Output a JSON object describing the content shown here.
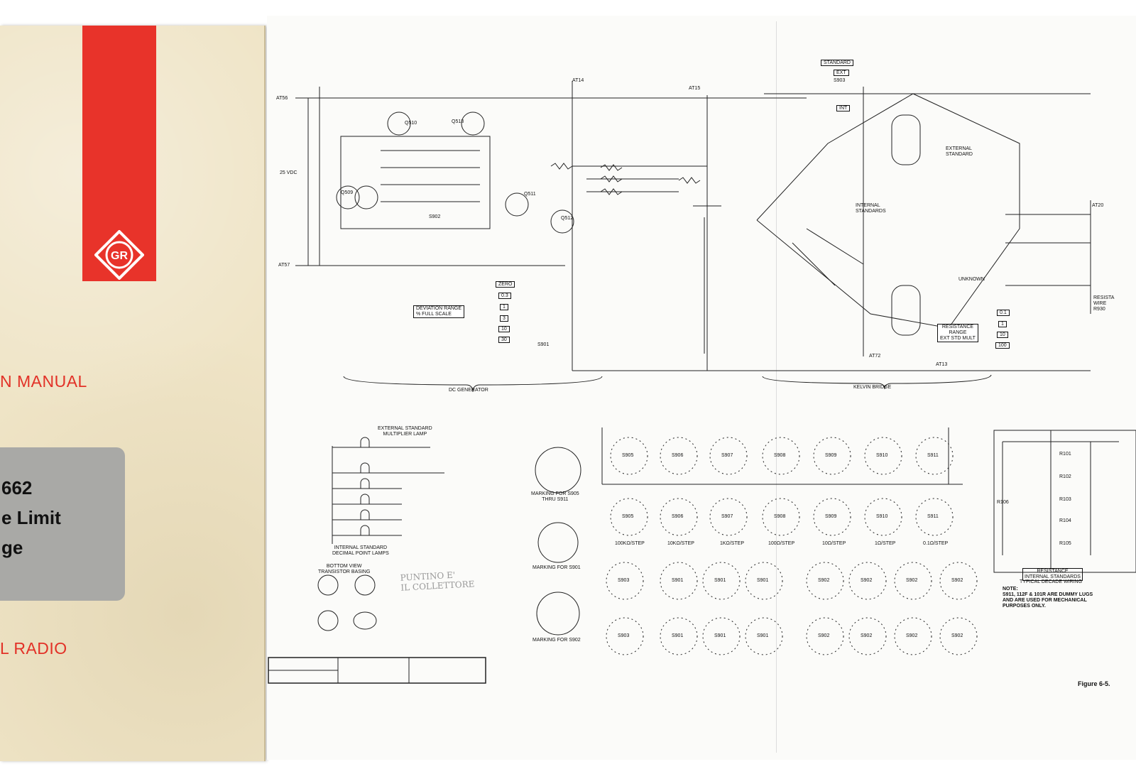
{
  "cover": {
    "line1": "N MANUAL",
    "line2": "L RADIO",
    "window": [
      "662",
      "e Limit",
      "ge"
    ],
    "logo_text": "GR",
    "accent": "#e8332a"
  },
  "schematic": {
    "sections": {
      "dc_generator": "DC GENERATOR",
      "kelvin_bridge": "KELVIN BRIDGE"
    },
    "boxes": {
      "standard": "STANDARD",
      "ext": "EXT",
      "int": "INT",
      "deviation": [
        "DEVIATION RANGE",
        "% FULL SCALE"
      ],
      "resistance": [
        "RESISTANCE",
        "RANGE",
        "EXT STD MULT"
      ],
      "zero": "ZERO",
      "dev_values": [
        "0.3",
        "1",
        "3",
        "10",
        "30"
      ],
      "mult_values": [
        "0.1",
        "1",
        "10",
        "100"
      ]
    },
    "labels": {
      "at56": "AT56",
      "at57": "AT57",
      "vdc": "25 VDC",
      "at14": "AT14",
      "at15": "AT15",
      "at20": "AT20",
      "at72": "AT72",
      "at13": "AT13",
      "q509": "Q509",
      "q510": "Q510",
      "q513": "Q513",
      "q511": "Q511",
      "q512": "Q512",
      "s902": "S902",
      "s901": "S901",
      "s903": "S903",
      "internal_std": [
        "INTERNAL",
        "STANDARDS"
      ],
      "external_std": [
        "EXTERNAL",
        "STANDARD"
      ],
      "unknown": "UNKNOWN",
      "ext_lamp": [
        "EXTERNAL STANDARD",
        "MULTIPLIER LAMP"
      ],
      "int_lamp": [
        "INTERNAL STANDARD",
        "DECIMAL POINT LAMPS"
      ],
      "bottom_view": [
        "BOTTOM VIEW",
        "TRANSISTOR BASING"
      ],
      "marking_5905": [
        "MARKING FOR S905",
        "THRU S911"
      ],
      "marking_s901": "MARKING FOR S901",
      "marking_s902": "MARKING FOR S902",
      "resistance_std": [
        "RESISTANCE",
        "INTERNAL STANDARDS"
      ],
      "typical_decade": "TYPICAL DECADE WIRING",
      "note": [
        "NOTE:",
        "S911, 112F & 101R ARE DUMMY LUGS",
        "AND ARE USED FOR MECHANICAL",
        "PURPOSES ONLY."
      ],
      "figure": "Figure 6-5.",
      "pencil": [
        "PUNTINO E'",
        "IL COLLETTORE"
      ],
      "resista": [
        "RESISTA",
        "WIRE",
        "R930"
      ]
    },
    "switch_rows": {
      "row1": [
        "S905",
        "S906",
        "S907",
        "S908",
        "S909",
        "S910",
        "S911"
      ],
      "row2": [
        "S905",
        "S906",
        "S907",
        "S908",
        "S909",
        "S910",
        "S911"
      ],
      "row2_steps": [
        "100KΩ/STEP",
        "10KΩ/STEP",
        "1KΩ/STEP",
        "100Ω/STEP",
        "10Ω/STEP",
        "1Ω/STEP",
        "0.1Ω/STEP"
      ],
      "row3": [
        "S903",
        "S901",
        "S901",
        "S901",
        "S902",
        "S902",
        "S902",
        "S902"
      ],
      "row4": [
        "S903",
        "S901",
        "S901",
        "S901",
        "S902",
        "S902",
        "S902",
        "S902"
      ]
    },
    "decade_resistors": [
      "R101",
      "R102",
      "R103",
      "R104",
      "R105",
      "R106"
    ]
  }
}
